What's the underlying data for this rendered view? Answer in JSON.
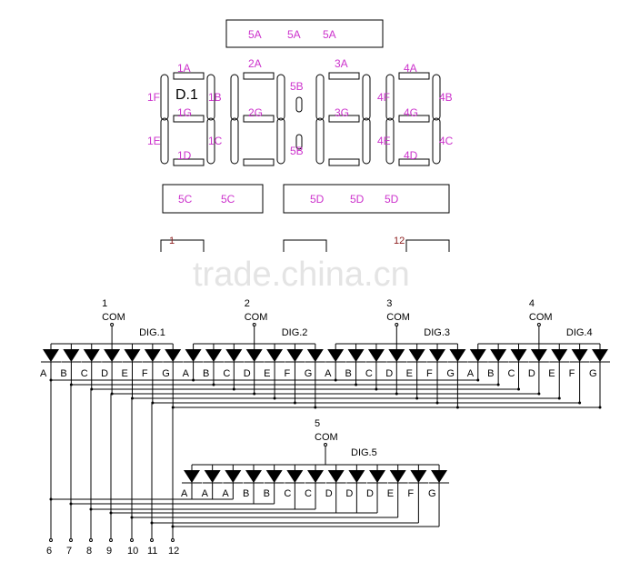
{
  "display": {
    "top_bar_labels": [
      "5A",
      "5A",
      "5A"
    ],
    "digit1_label": "D.1",
    "segment_labels": [
      "1A",
      "1F",
      "1B",
      "1G",
      "1E",
      "1C",
      "1D",
      "2A",
      "2G",
      "5B",
      "5B",
      "3A",
      "3G",
      "4A",
      "4F",
      "4B",
      "4G",
      "4E",
      "4C",
      "4D"
    ],
    "left_bar_labels": [
      "5C",
      "5C"
    ],
    "right_bar_labels": [
      "5D",
      "5D",
      "5D"
    ],
    "pin_first": "1",
    "pin_last": "12"
  },
  "watermark": "trade.china.cn",
  "schematic": {
    "digits": [
      {
        "number": "1",
        "com": "COM",
        "name": "DIG.1",
        "segments": [
          "A",
          "B",
          "C",
          "D",
          "E",
          "F",
          "G"
        ]
      },
      {
        "number": "2",
        "com": "COM",
        "name": "DIG.2",
        "segments": [
          "A",
          "B",
          "C",
          "D",
          "E",
          "F",
          "G"
        ]
      },
      {
        "number": "3",
        "com": "COM",
        "name": "DIG.3",
        "segments": [
          "A",
          "B",
          "C",
          "D",
          "E",
          "F",
          "G"
        ]
      },
      {
        "number": "4",
        "com": "COM",
        "name": "DIG.4",
        "segments": [
          "A",
          "B",
          "C",
          "D",
          "E",
          "F",
          "G"
        ]
      }
    ],
    "digit5": {
      "number": "5",
      "com": "COM",
      "name": "DIG.5",
      "segments": [
        "A",
        "A",
        "A",
        "B",
        "B",
        "C",
        "C",
        "D",
        "D",
        "D",
        "E",
        "F",
        "G"
      ]
    },
    "pins": [
      "6",
      "7",
      "8",
      "9",
      "10",
      "11",
      "12"
    ]
  }
}
